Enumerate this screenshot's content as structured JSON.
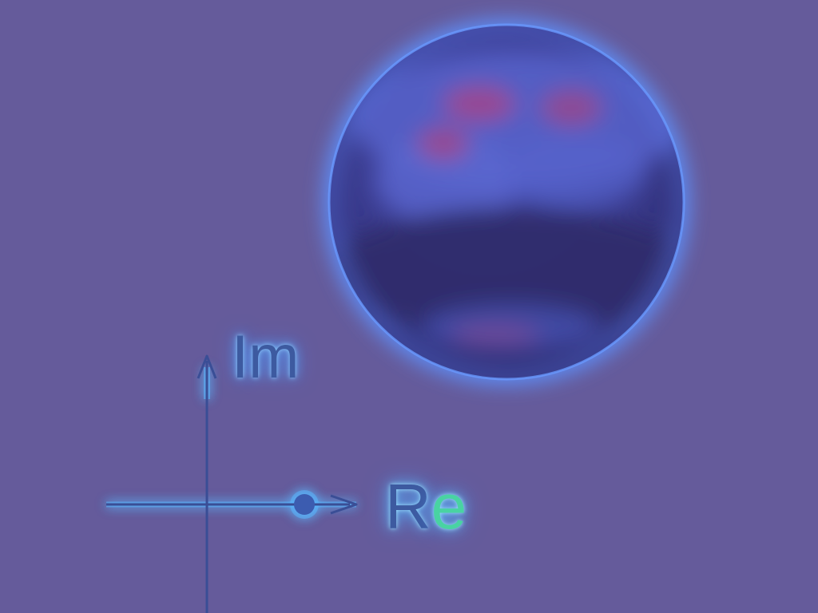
{
  "axes": {
    "imaginary_label": "Im",
    "real_label_first": "R",
    "real_label_second": "e"
  },
  "colors": {
    "background": "#655b9b",
    "sphere_dark": "#2e2a6e",
    "sphere_mid": "#4a52b8",
    "sphere_highlight": "#c0467a",
    "glow": "#5aa8ff",
    "axis_line": "#3a4e96",
    "point": "#3c5cb0",
    "label_text": "#3d5aa0",
    "label_accent": "#49d3a2"
  },
  "objects": {
    "sphere": "blurred-planet-sphere",
    "point": "point-on-real-axis"
  }
}
